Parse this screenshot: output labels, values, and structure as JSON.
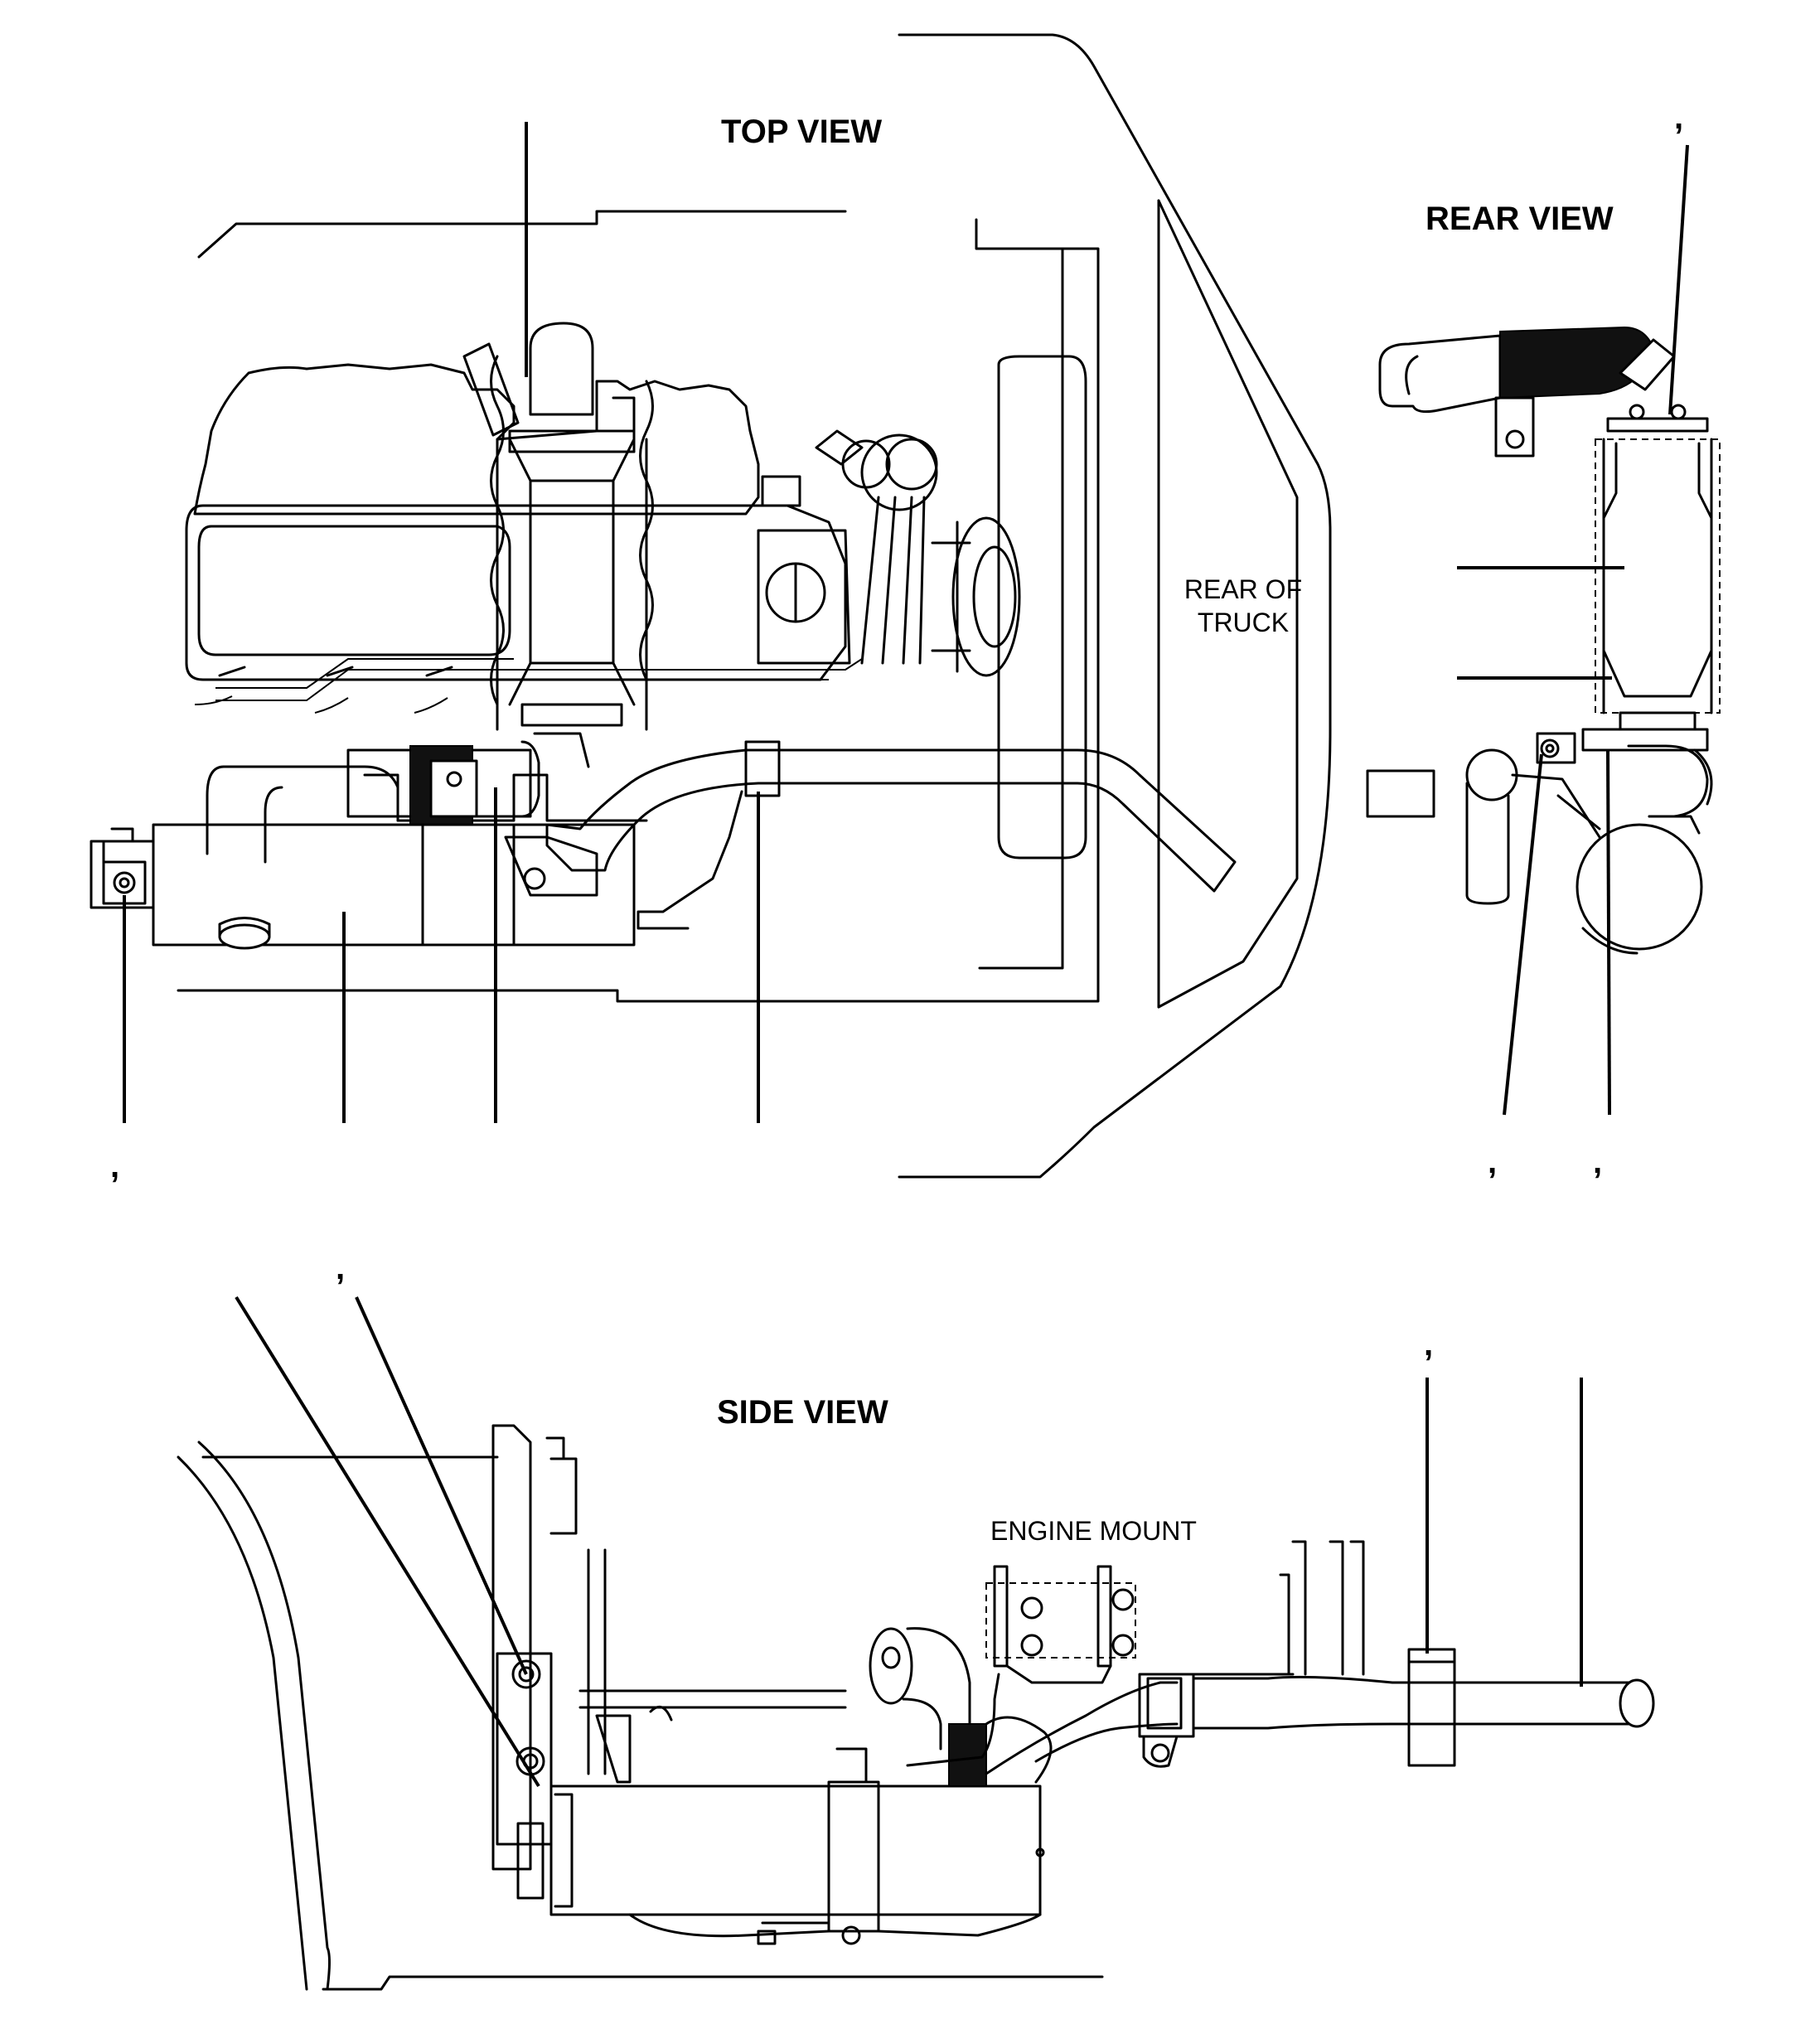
{
  "views": {
    "top": {
      "title": "TOP VIEW",
      "rear_label_line1": "REAR OF",
      "rear_label_line2": "TRUCK"
    },
    "rear": {
      "title": "REAR VIEW"
    },
    "side": {
      "title": "SIDE VIEW",
      "engine_mount_label": "ENGINE MOUNT"
    }
  },
  "callout_marks": [
    ",",
    ",",
    ",",
    ",",
    ",",
    ","
  ]
}
